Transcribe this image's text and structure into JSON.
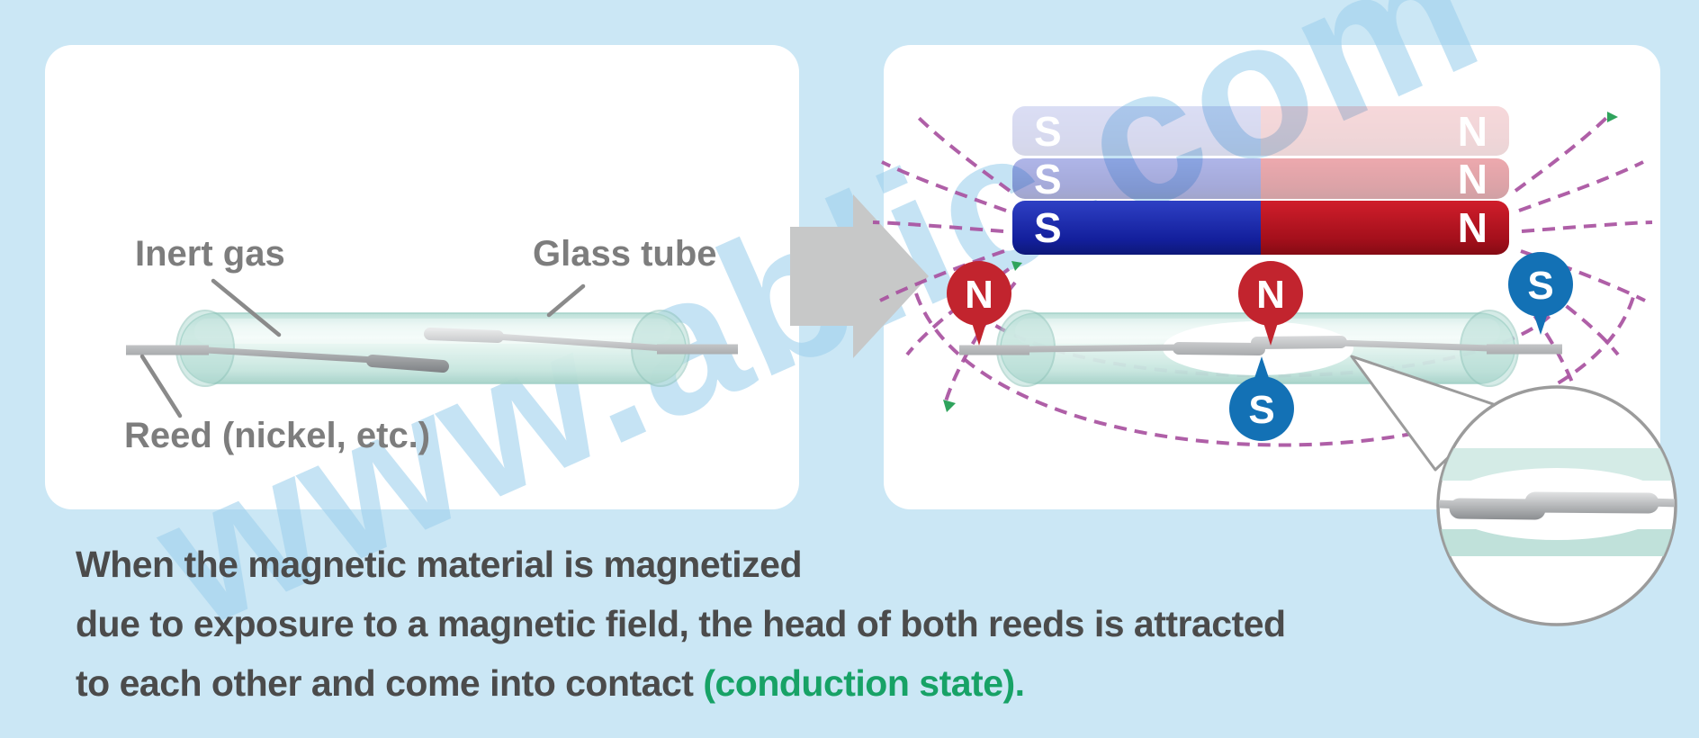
{
  "watermark": "www.ablic.com",
  "left_panel": {
    "labels": {
      "inert_gas": "Inert gas",
      "glass_tube": "Glass tube",
      "reed": "Reed (nickel, etc.)"
    }
  },
  "right_panel": {
    "magnet": {
      "s_label": "S",
      "n_label": "N"
    },
    "pins": [
      {
        "label": "N",
        "color": "red",
        "position": "left-of-tube"
      },
      {
        "label": "N",
        "color": "red",
        "position": "above-contact"
      },
      {
        "label": "S",
        "color": "blue",
        "position": "below-contact"
      },
      {
        "label": "S",
        "color": "blue",
        "position": "right-of-tube"
      }
    ]
  },
  "caption": {
    "line1": "When the magnetic material is magnetized",
    "line2": "due to exposure to a magnetic field, the head of both reeds is attracted",
    "line3_prefix": "to each other and come into contact ",
    "line3_highlight": "(conduction state)."
  },
  "colors": {
    "background": "#cbe7f5",
    "accent_green": "#17a266",
    "magnet_blue": "#131f9c",
    "magnet_red": "#a30f1b",
    "pin_red": "#c2242e",
    "pin_blue": "#1371b5",
    "field_line_purple": "#a8519f"
  }
}
